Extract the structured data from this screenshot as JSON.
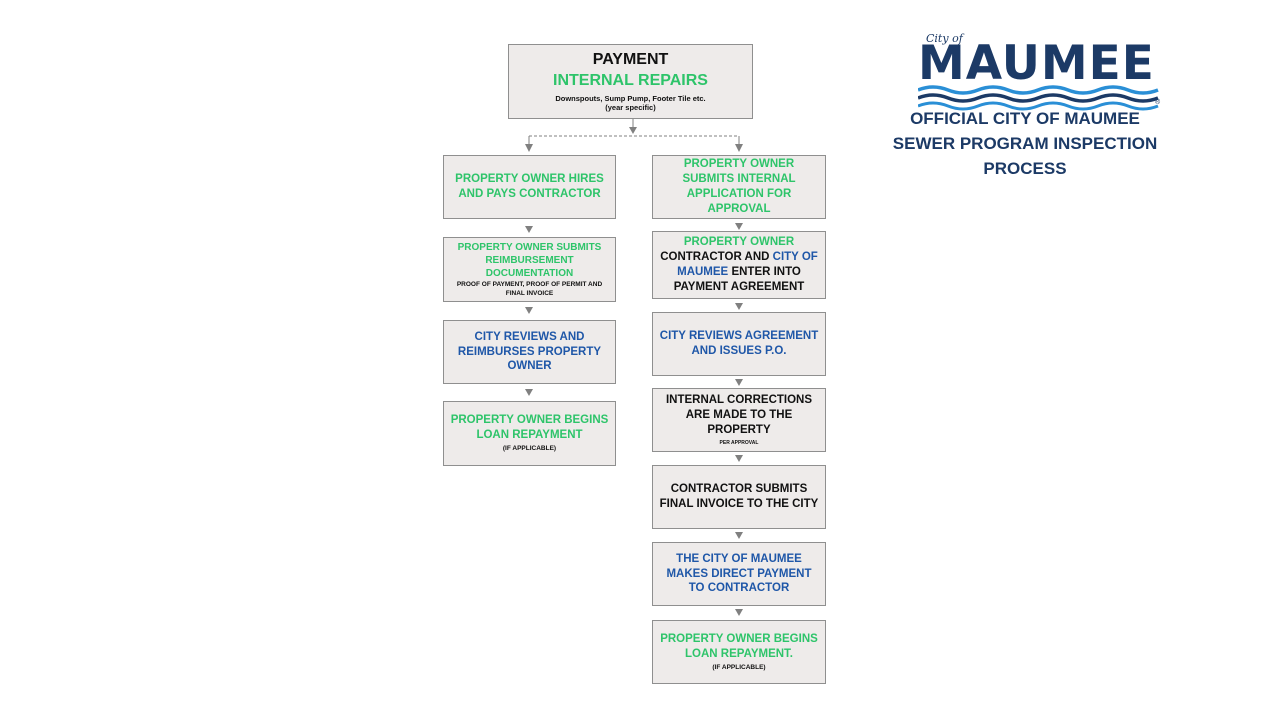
{
  "logo": {
    "city_script": "City of",
    "wordmark": "MAUMEE",
    "registered": "®"
  },
  "heading": {
    "line1": "OFFICIAL CITY OF MAUMEE",
    "line2": "SEWER PROGRAM INSPECTION PROCESS"
  },
  "top_box": {
    "title": "PAYMENT",
    "subtitle": "INTERNAL REPAIRS",
    "detail": "Downspouts, Sump Pump, Footer Tile etc.",
    "note": "(year specific)"
  },
  "left_column": {
    "step1": "PROPERTY OWNER HIRES AND PAYS CONTRACTOR",
    "step2": "PROPERTY OWNER SUBMITS REIMBURSEMENT DOCUMENTATION",
    "step2_note": "PROOF OF PAYMENT, PROOF OF PERMIT AND FINAL INVOICE",
    "step3": "CITY REVIEWS AND REIMBURSES PROPERTY OWNER",
    "step4": "PROPERTY OWNER BEGINS LOAN REPAYMENT",
    "step4_note": "(IF APPLICABLE)"
  },
  "right_column": {
    "step1": "PROPERTY OWNER SUBMITS INTERNAL APPLICATION FOR APPROVAL",
    "step2_part1": "PROPERTY OWNER",
    "step2_part2": "CONTRACTOR AND",
    "step2_part3": "CITY OF MAUMEE",
    "step2_part4": "ENTER INTO PAYMENT AGREEMENT",
    "step3": "CITY REVIEWS AGREEMENT AND ISSUES P.O.",
    "step4": "INTERNAL CORRECTIONS ARE MADE TO THE PROPERTY",
    "step4_note": "PER APPROVAL",
    "step5": "CONTRACTOR SUBMITS FINAL INVOICE TO THE CITY",
    "step6": "THE CITY OF MAUMEE MAKES DIRECT PAYMENT TO CONTRACTOR",
    "step7": "PROPERTY OWNER BEGINS LOAN REPAYMENT.",
    "step7_note": "(IF APPLICABLE)"
  }
}
